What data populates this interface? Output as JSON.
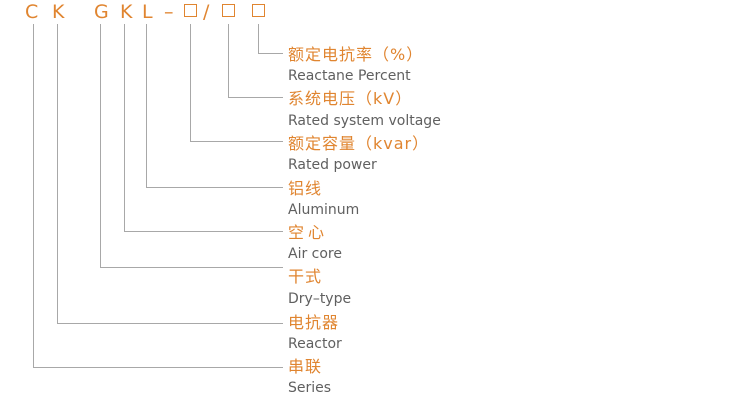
{
  "code": {
    "chars": [
      "C",
      "K",
      "G",
      "K",
      "L",
      "–",
      "/"
    ]
  },
  "entries": [
    {
      "cn": "额定电抗率（%）",
      "en": "Reactane Percent"
    },
    {
      "cn": "系统电压（kV）",
      "en": "Rated system voltage"
    },
    {
      "cn": "额定容量（kvar）",
      "en": "Rated power"
    },
    {
      "cn": "铝线",
      "en": "Aluminum"
    },
    {
      "cn": "空心",
      "en": "Air core"
    },
    {
      "cn": "干式",
      "en": "Dry–type"
    },
    {
      "cn": "电抗器",
      "en": "Reactor"
    },
    {
      "cn": "串联",
      "en": "Series"
    }
  ],
  "colors": {
    "accent": "#e08530",
    "line": "#a8a8a8",
    "english_text": "#606060"
  }
}
